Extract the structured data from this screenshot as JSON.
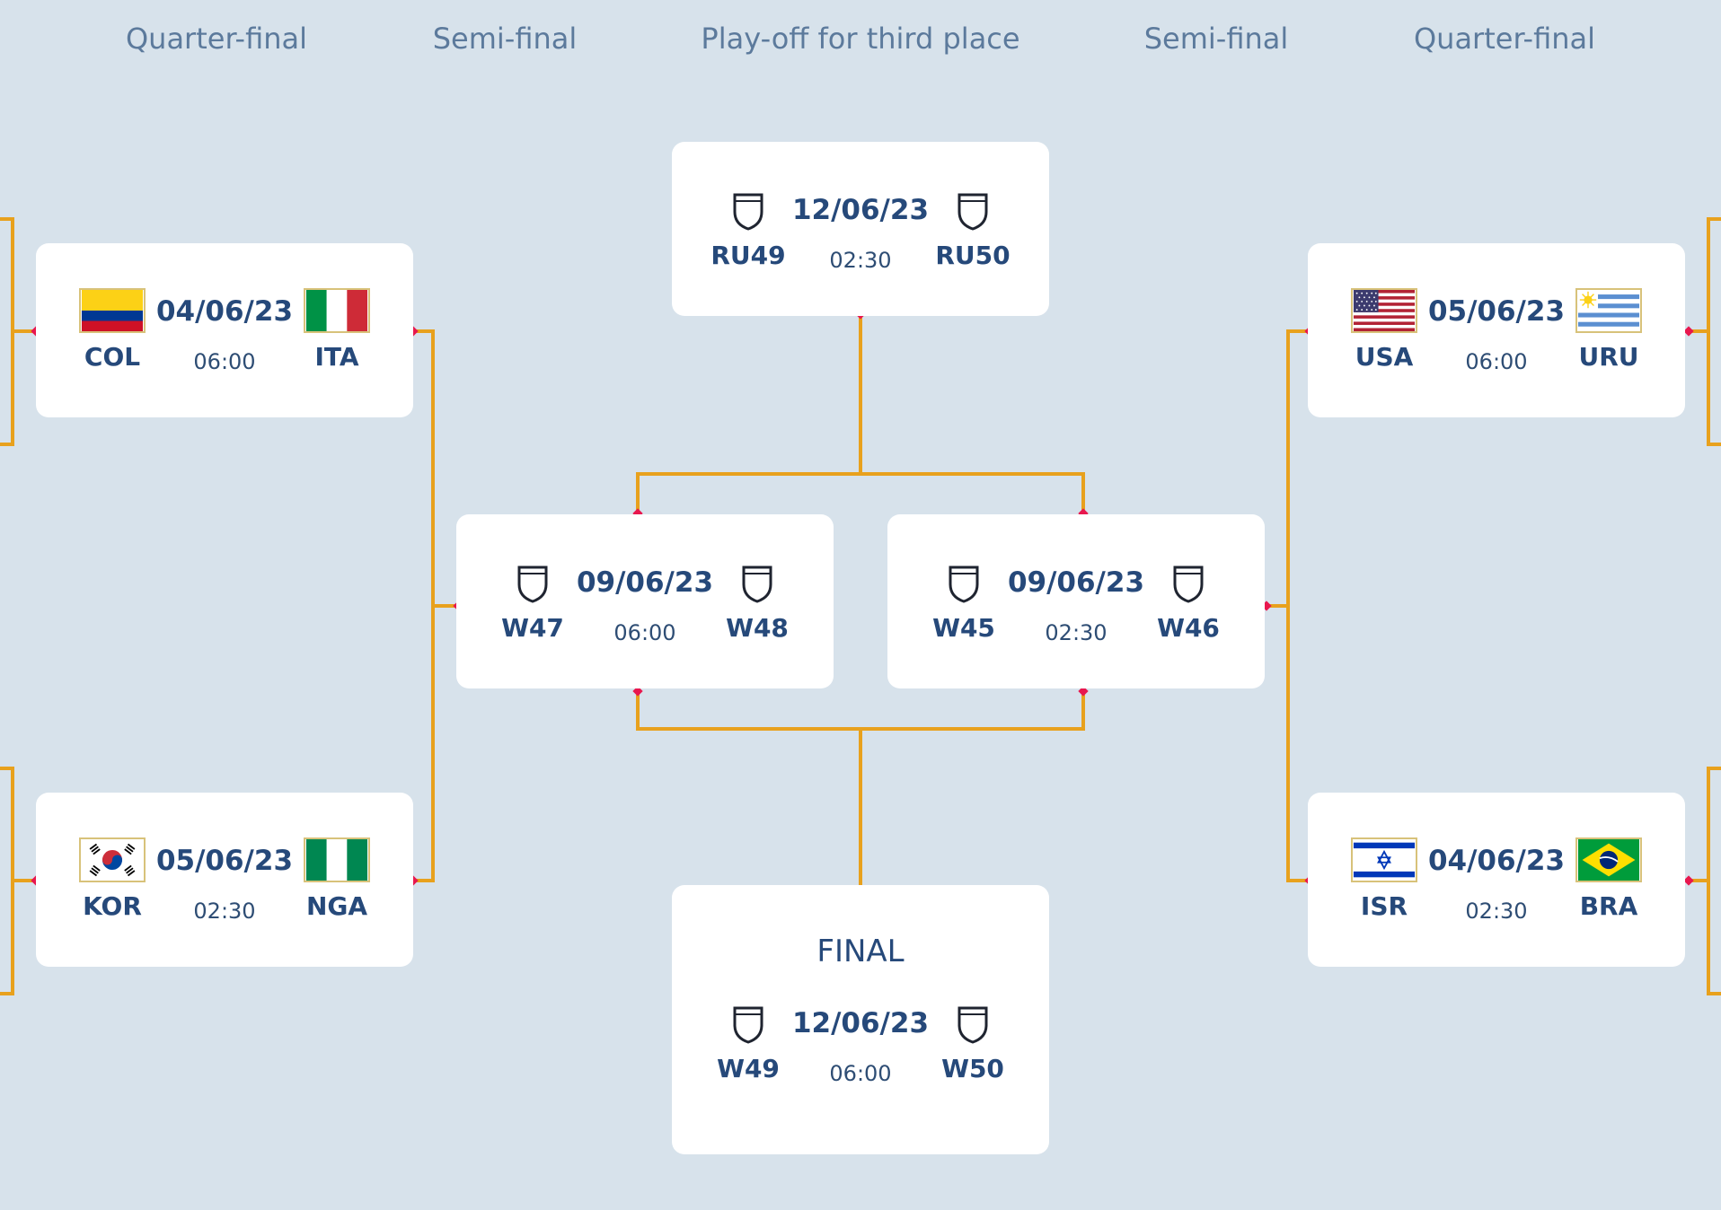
{
  "headers": {
    "qf_left": "Quarter-final",
    "sf_left": "Semi-final",
    "third_place": "Play-off for third place",
    "sf_right": "Semi-final",
    "qf_right": "Quarter-final"
  },
  "matches": {
    "qf_col_ita": {
      "date": "04/06/23",
      "time": "06:00",
      "home": "COL",
      "away": "ITA"
    },
    "qf_kor_nga": {
      "date": "05/06/23",
      "time": "02:30",
      "home": "KOR",
      "away": "NGA"
    },
    "qf_usa_uru": {
      "date": "05/06/23",
      "time": "06:00",
      "home": "USA",
      "away": "URU"
    },
    "qf_isr_bra": {
      "date": "04/06/23",
      "time": "02:30",
      "home": "ISR",
      "away": "BRA"
    },
    "sf_w47_w48": {
      "date": "09/06/23",
      "time": "06:00",
      "home": "W47",
      "away": "W48"
    },
    "sf_w45_w46": {
      "date": "09/06/23",
      "time": "02:30",
      "home": "W45",
      "away": "W46"
    },
    "third_place": {
      "date": "12/06/23",
      "time": "02:30",
      "home": "RU49",
      "away": "RU50"
    },
    "final": {
      "title": "FINAL",
      "date": "12/06/23",
      "time": "06:00",
      "home": "W49",
      "away": "W50"
    }
  },
  "colors": {
    "background": "#d7e2eb",
    "connector": "#e8a11d",
    "connector_dot": "#e8174e",
    "text_primary": "#26497a",
    "header_text": "#5c7a9c"
  },
  "icons": {
    "placeholder_team": "shield-icon"
  }
}
